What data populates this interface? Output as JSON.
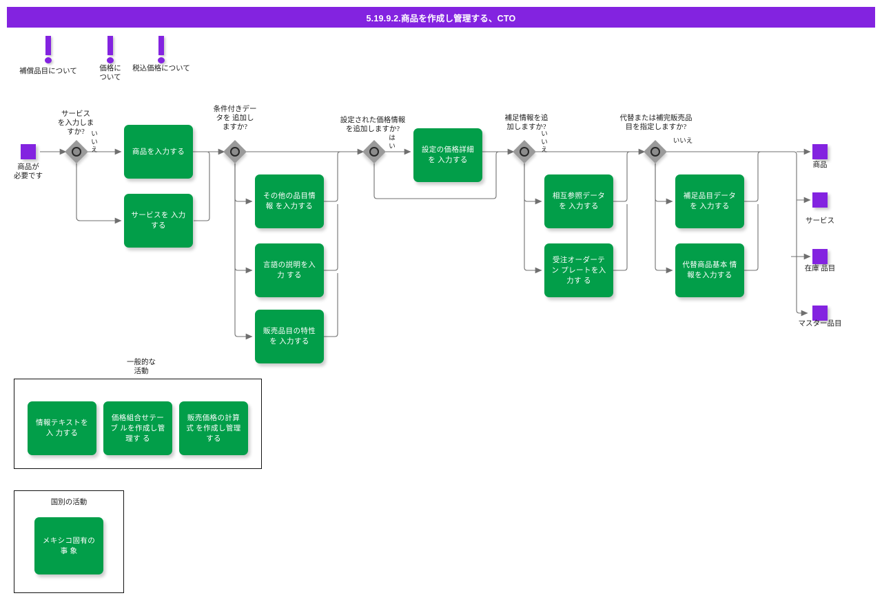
{
  "titlebar": {
    "text": "5.19.9.2.商品を作成し管理する、CTO"
  },
  "colors": {
    "accent_purple": "#8323e0",
    "process_green": "#029e49",
    "decision_gray": "#9a9a9a",
    "connector_gray": "#6f6f6f",
    "text_dark": "#1a1a1a"
  },
  "notes": [
    {
      "label": "補償品目について"
    },
    {
      "label": "価格に\nついて"
    },
    {
      "label": "税込価格について"
    }
  ],
  "start": {
    "label": "商品が\n必要です"
  },
  "decisions": [
    {
      "question": "サービス\nを入力しま\nすか?",
      "branch": "い\nい\nえ"
    },
    {
      "question": "条件付きデー\nタを 追加し\nますか?",
      "branch": ""
    },
    {
      "question": "設定された価格情報\nを追加しますか?",
      "branch": "は\nい"
    },
    {
      "question": "補足情報を追\n加しますか?",
      "branch": "い\nい\nえ"
    },
    {
      "question": "代替または補完販売品\n目を指定しますか?",
      "branch": "いいえ"
    }
  ],
  "processes": [
    {
      "id": "p1",
      "label": "商品を入力する"
    },
    {
      "id": "p2",
      "label": "サービスを\n入力する"
    },
    {
      "id": "p3",
      "label": "その他の品目情報\nを入力する"
    },
    {
      "id": "p4",
      "label": "言語の説明を入力\nする"
    },
    {
      "id": "p5",
      "label": "販売品目の特性を\n入力する"
    },
    {
      "id": "p6",
      "label": "設定の価格詳細を\n入力する"
    },
    {
      "id": "p7",
      "label": "相互参照データを\n入力する"
    },
    {
      "id": "p8",
      "label": "受注オーダーテン\nプレートを入力す\nる"
    },
    {
      "id": "p9",
      "label": "補足品目データを\n入力する"
    },
    {
      "id": "p10",
      "label": "代替商品基本\n情報を入力する"
    }
  ],
  "ends": [
    {
      "label": "商品"
    },
    {
      "label": "サービス"
    },
    {
      "label": "在庫 品目"
    },
    {
      "label": "マスター品目"
    }
  ],
  "groups": [
    {
      "title": "一般的な\n活動",
      "items": [
        {
          "label": "情報テキストを入\n力する"
        },
        {
          "label": "価格組合せテーブ\nルを作成し管理す\nる"
        },
        {
          "label": "販売価格の計算式\nを作成し管理する"
        }
      ]
    },
    {
      "title": "国別の活動",
      "items": [
        {
          "label": "メキシコ固有の事\n象"
        }
      ]
    }
  ]
}
